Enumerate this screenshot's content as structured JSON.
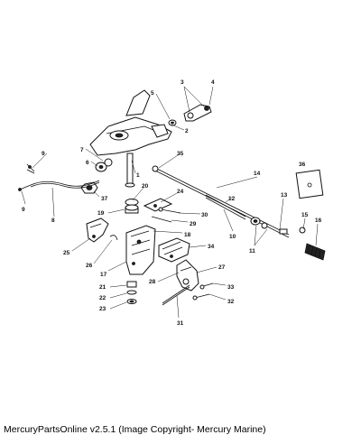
{
  "caption": "MercuryPartsOnline v2.5.1 (Image Copyright- Mercury Marine)",
  "callouts": [
    "1",
    "2",
    "3",
    "4",
    "5",
    "6",
    "7",
    "8",
    "9",
    "9",
    "10",
    "11",
    "12",
    "13",
    "14",
    "15",
    "16",
    "17",
    "18",
    "19",
    "20",
    "21",
    "22",
    "23",
    "24",
    "25",
    "26",
    "27",
    "28",
    "29",
    "30",
    "31",
    "32",
    "33",
    "34",
    "35",
    "36",
    "37"
  ]
}
